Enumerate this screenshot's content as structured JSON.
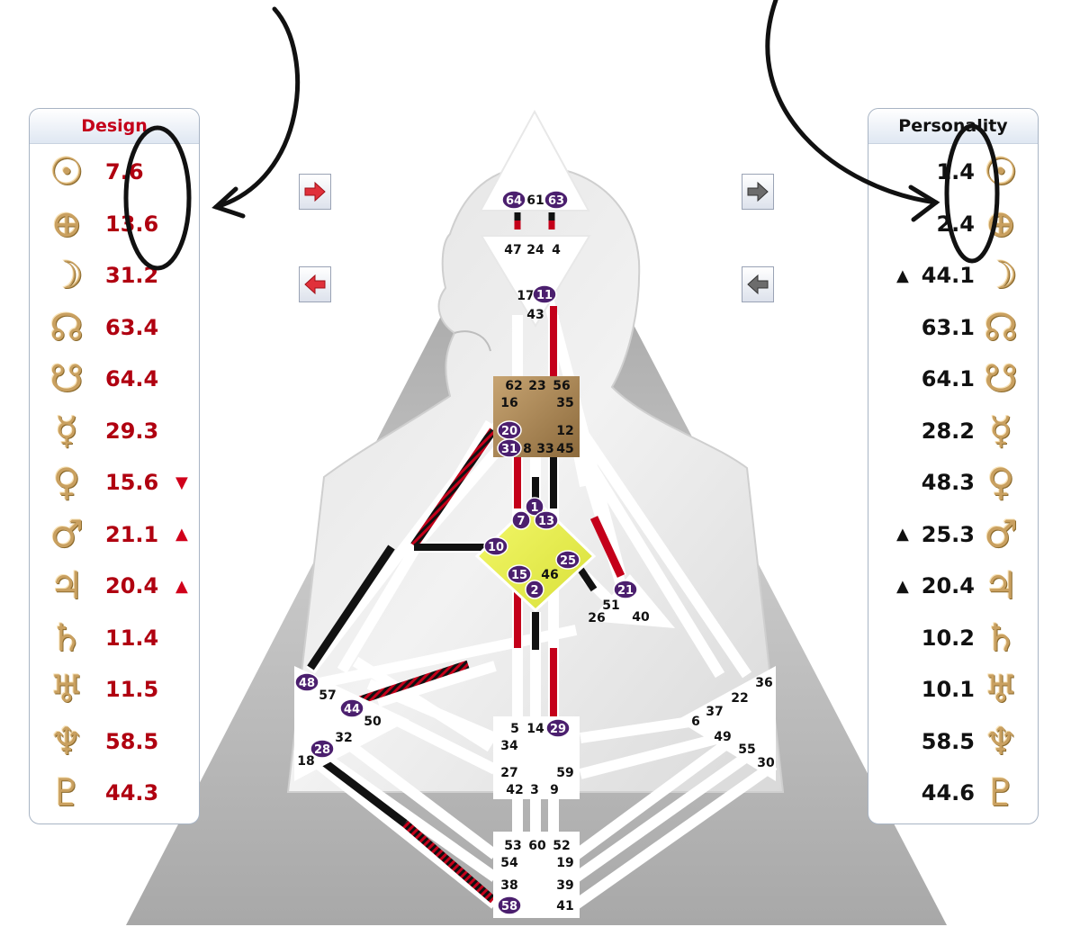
{
  "design": {
    "title": "Design",
    "rows": [
      {
        "planet": "sun-icon",
        "glyph": "☉",
        "value": "7.6",
        "arrow": ""
      },
      {
        "planet": "earth-icon",
        "glyph": "⊕",
        "value": "13.6",
        "arrow": ""
      },
      {
        "planet": "moon-icon",
        "glyph": "☽",
        "value": "31.2",
        "arrow": ""
      },
      {
        "planet": "north-node-icon",
        "glyph": "☊",
        "value": "63.4",
        "arrow": ""
      },
      {
        "planet": "south-node-icon",
        "glyph": "☋",
        "value": "64.4",
        "arrow": ""
      },
      {
        "planet": "mercury-icon",
        "glyph": "☿",
        "value": "29.3",
        "arrow": ""
      },
      {
        "planet": "venus-icon",
        "glyph": "♀",
        "value": "15.6",
        "arrow": "▼"
      },
      {
        "planet": "mars-icon",
        "glyph": "♂",
        "value": "21.1",
        "arrow": "▲"
      },
      {
        "planet": "jupiter-icon",
        "glyph": "♃",
        "value": "20.4",
        "arrow": "▲"
      },
      {
        "planet": "saturn-icon",
        "glyph": "♄",
        "value": "11.4",
        "arrow": ""
      },
      {
        "planet": "uranus-icon",
        "glyph": "♅",
        "value": "11.5",
        "arrow": ""
      },
      {
        "planet": "neptune-icon",
        "glyph": "♆",
        "value": "58.5",
        "arrow": ""
      },
      {
        "planet": "pluto-icon",
        "glyph": "♇",
        "value": "44.3",
        "arrow": ""
      }
    ]
  },
  "personality": {
    "title": "Personality",
    "rows": [
      {
        "planet": "sun-icon",
        "glyph": "☉",
        "value": "1.4",
        "arrow": ""
      },
      {
        "planet": "earth-icon",
        "glyph": "⊕",
        "value": "2.4",
        "arrow": ""
      },
      {
        "planet": "moon-icon",
        "glyph": "☽",
        "value": "44.1",
        "arrow": "▲"
      },
      {
        "planet": "north-node-icon",
        "glyph": "☊",
        "value": "63.1",
        "arrow": ""
      },
      {
        "planet": "south-node-icon",
        "glyph": "☋",
        "value": "64.1",
        "arrow": ""
      },
      {
        "planet": "mercury-icon",
        "glyph": "☿",
        "value": "28.2",
        "arrow": ""
      },
      {
        "planet": "venus-icon",
        "glyph": "♀",
        "value": "48.3",
        "arrow": ""
      },
      {
        "planet": "mars-icon",
        "glyph": "♂",
        "value": "25.3",
        "arrow": "▲"
      },
      {
        "planet": "jupiter-icon",
        "glyph": "♃",
        "value": "20.4",
        "arrow": "▲"
      },
      {
        "planet": "saturn-icon",
        "glyph": "♄",
        "value": "10.2",
        "arrow": ""
      },
      {
        "planet": "uranus-icon",
        "glyph": "♅",
        "value": "10.1",
        "arrow": ""
      },
      {
        "planet": "neptune-icon",
        "glyph": "♆",
        "value": "58.5",
        "arrow": ""
      },
      {
        "planet": "pluto-icon",
        "glyph": "♇",
        "value": "44.6",
        "arrow": ""
      }
    ]
  },
  "nav": {
    "design_next": "arrow-right-red-icon",
    "design_prev": "arrow-left-red-icon",
    "personality_next": "arrow-right-gray-icon",
    "personality_prev": "arrow-left-gray-icon"
  },
  "colors": {
    "design": "#c4001a",
    "personality": "#111111",
    "head_center": "#ffffff",
    "throat_center": "#b08a55",
    "g_center": "#e6ee4a",
    "active_gate": "#4b1f6e",
    "glyph_gold": "#c9a060"
  },
  "bodygraph": {
    "gates": {
      "head": [
        "64",
        "61",
        "63"
      ],
      "ajna": [
        "47",
        "24",
        "4",
        "17",
        "11",
        "43"
      ],
      "throat": [
        "62",
        "23",
        "56",
        "16",
        "35",
        "20",
        "12",
        "31",
        "8",
        "33",
        "45"
      ],
      "g": [
        "1",
        "7",
        "13",
        "10",
        "25",
        "15",
        "46",
        "2"
      ],
      "ego": [
        "21",
        "51",
        "26",
        "40"
      ],
      "spleen": [
        "48",
        "57",
        "44",
        "50",
        "28",
        "32",
        "18"
      ],
      "solar_plexus": [
        "36",
        "22",
        "37",
        "6",
        "49",
        "55",
        "30"
      ],
      "sacral": [
        "5",
        "14",
        "29",
        "34",
        "27",
        "59",
        "42",
        "3",
        "9"
      ],
      "root": [
        "53",
        "60",
        "52",
        "54",
        "19",
        "38",
        "39",
        "58",
        "41"
      ]
    },
    "active_gates": [
      "64",
      "63",
      "11",
      "20",
      "31",
      "1",
      "7",
      "13",
      "10",
      "25",
      "15",
      "2",
      "21",
      "48",
      "44",
      "28",
      "29",
      "58"
    ]
  }
}
